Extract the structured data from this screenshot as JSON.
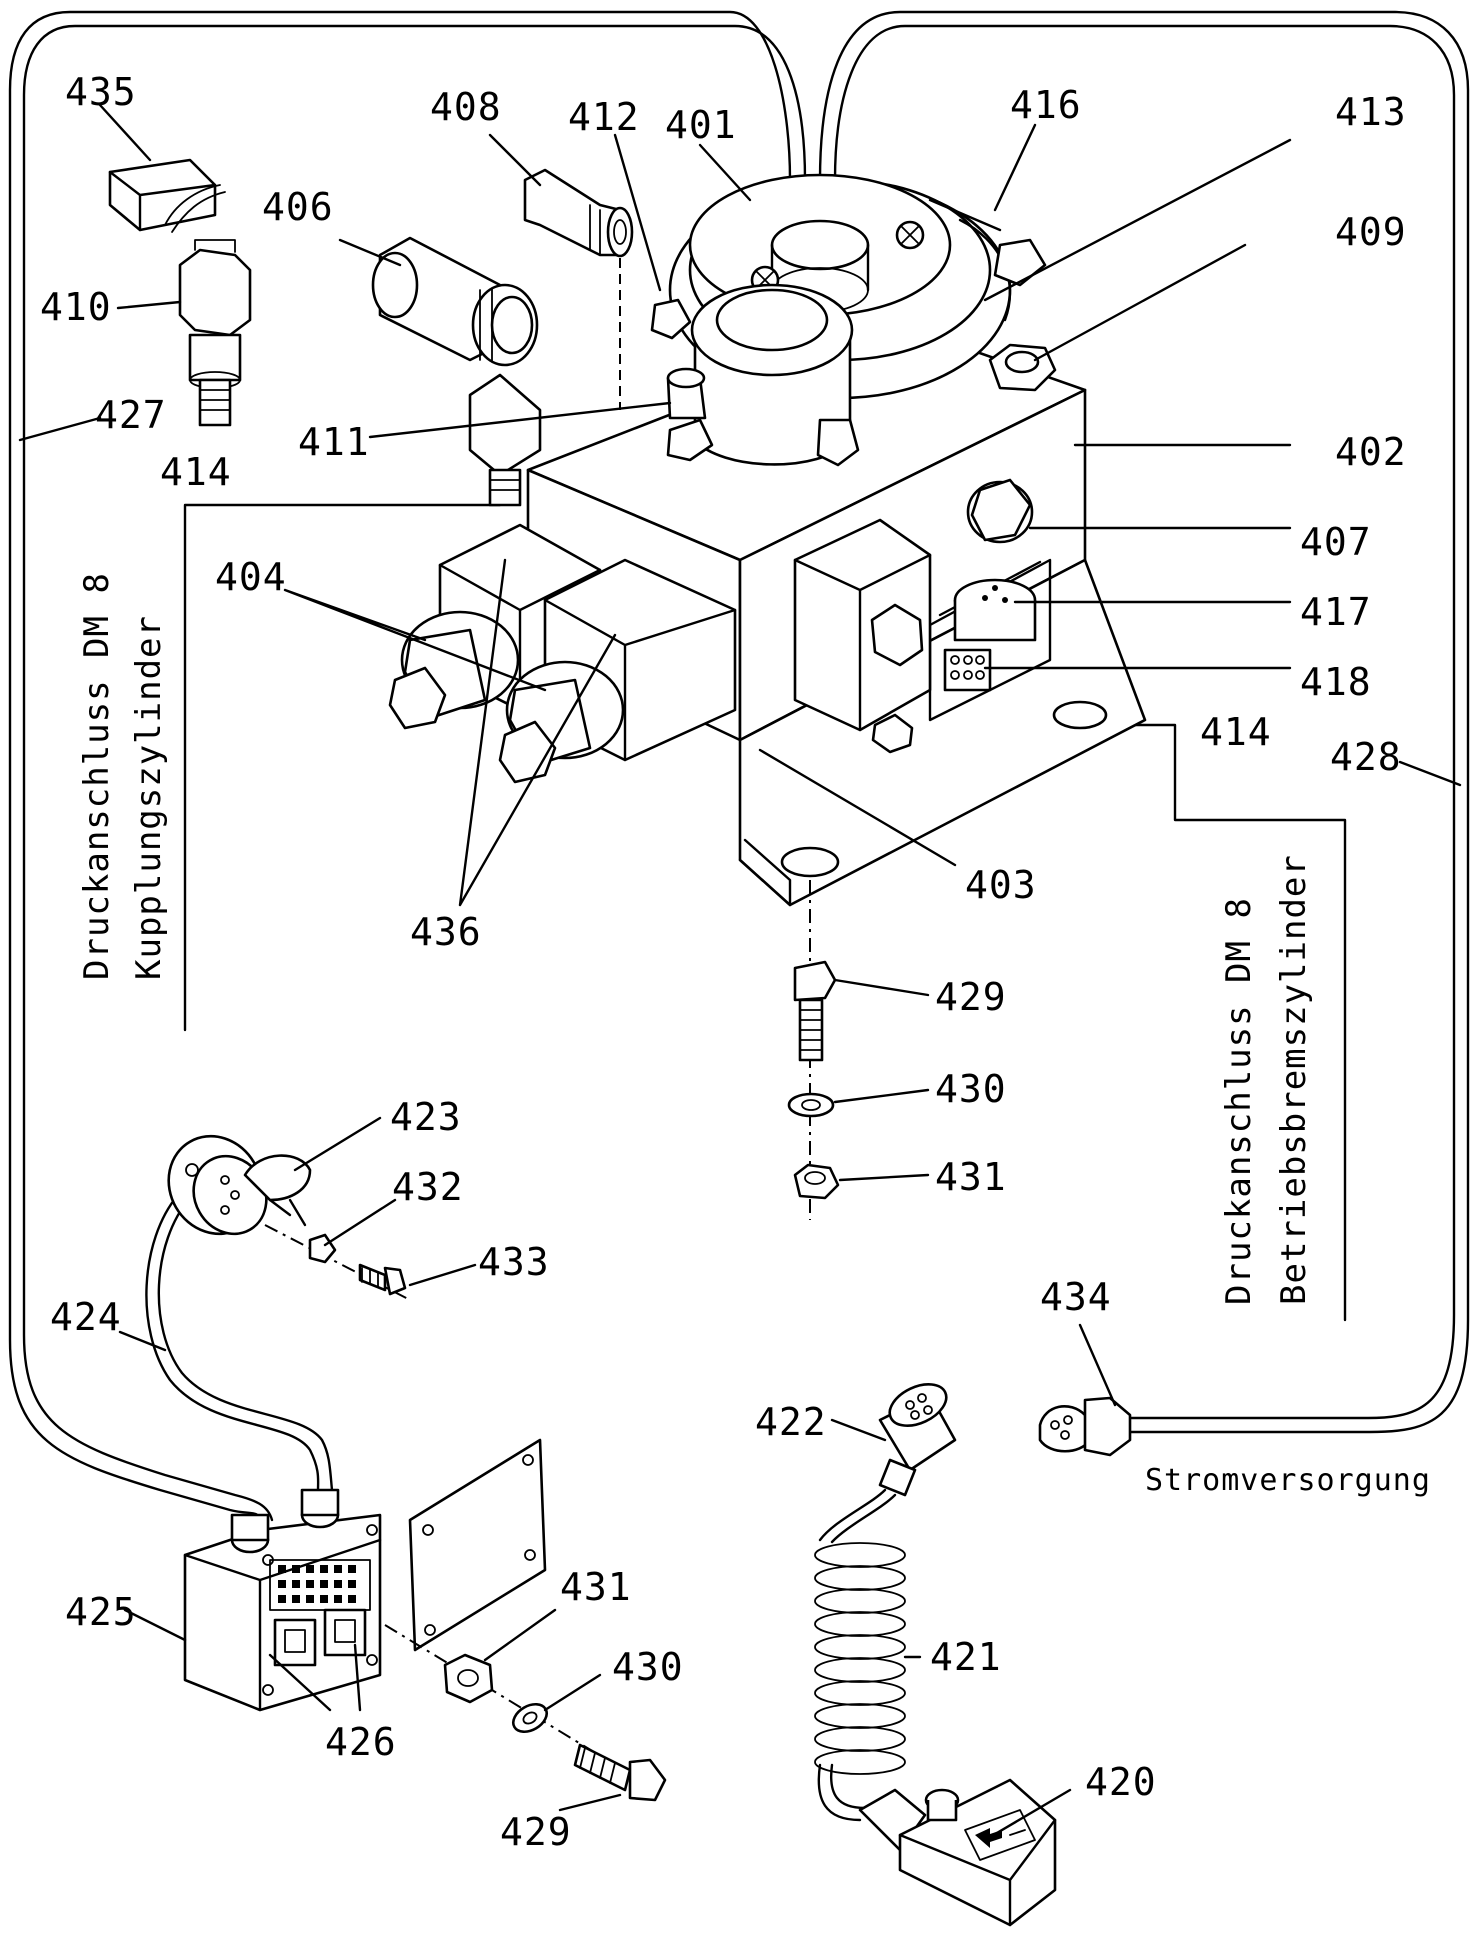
{
  "labels": {
    "l435": "435",
    "l408": "408",
    "l412": "412",
    "l401": "401",
    "l416": "416",
    "l413": "413",
    "l406": "406",
    "l409": "409",
    "l410": "410",
    "l427": "427",
    "l411": "411",
    "l402": "402",
    "l414a": "414",
    "l407": "407",
    "l404": "404",
    "l417": "417",
    "l418": "418",
    "l414b": "414",
    "l428": "428",
    "l403": "403",
    "l436": "436",
    "l429a": "429",
    "l430a": "430",
    "l431a": "431",
    "l423": "423",
    "l432": "432",
    "l433": "433",
    "l434": "434",
    "l424": "424",
    "l422": "422",
    "l425": "425",
    "l431b": "431",
    "l430b": "430",
    "l421": "421",
    "l426": "426",
    "l420": "420",
    "l429b": "429"
  },
  "notes": {
    "left_line1": "Druckanschluss DM 8",
    "left_line2": "Kupplungszylinder",
    "right_line1": "Druckanschluss DM 8",
    "right_line2": "Betriebsbremszylinder",
    "power": "Stromversorgung"
  }
}
